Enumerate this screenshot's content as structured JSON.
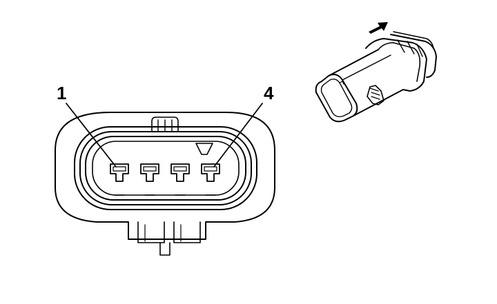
{
  "connector_face": {
    "pin_labels": [
      {
        "text": "1"
      },
      {
        "text": "4"
      }
    ],
    "cavity_count": 4
  },
  "connector_view": {
    "insertion_arrow": "arrow-icon"
  },
  "colors": {
    "line": "#000000",
    "background": "#ffffff"
  }
}
